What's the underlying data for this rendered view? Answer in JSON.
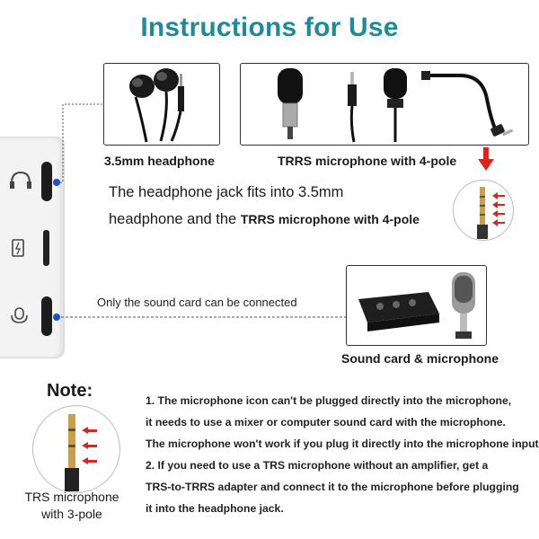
{
  "title": "Instructions for Use",
  "top_products": {
    "headphone_label": "3.5mm headphone",
    "mic_label": "TRRS  microphone with 4-pole"
  },
  "middle_text": {
    "line1": "The headphone jack fits into 3.5mm",
    "line2_prefix": "headphone and the ",
    "line2_bold": "TRRS  microphone with 4-pole"
  },
  "soundcard": {
    "connect_text": "Only the sound card can be connected",
    "label": "Sound card & microphone"
  },
  "note": {
    "title": "Note:",
    "plug_label_line1": "TRS  microphone",
    "plug_label_line2": "with 3-pole",
    "lines": [
      "1. The microphone icon can't be plugged directly into the microphone,",
      "it needs to use a mixer or computer sound card with the microphone.",
      "The microphone won't work if you plug it directly into the microphone input.",
      "2. If you need to use a TRS microphone without an amplifier, get a",
      "TRS-to-TRRS adapter and connect it to the microphone before plugging",
      "it into the headphone jack."
    ]
  },
  "colors": {
    "title": "#1f8a99",
    "arrow_red": "#e0211d",
    "port_dot": "#1a4fd6"
  },
  "icons": [
    "headphone-port-icon",
    "battery-port-icon",
    "microphone-port-icon"
  ]
}
